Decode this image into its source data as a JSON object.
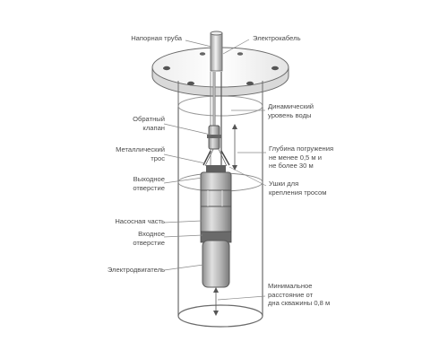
{
  "labels": {
    "pressure_pipe": "Напорная труба",
    "power_cable": "Электрокабель",
    "dynamic_level": [
      "Динамический",
      "уровень воды"
    ],
    "check_valve": [
      "Обратный",
      "клапан"
    ],
    "immersion_depth": [
      "Глубина погружения",
      "не менее 0,5 м и",
      "не более 30 м"
    ],
    "metal_cable": [
      "Металлический",
      "трос"
    ],
    "outlet": [
      "Выходное",
      "отверстие"
    ],
    "lugs": [
      "Ушки для",
      "крепления тросом"
    ],
    "pump_part": "Насосная часть",
    "inlet": [
      "Входное",
      "отверстие"
    ],
    "motor": "Электродвигатель",
    "min_distance": [
      "Минимальное",
      "расстояние от",
      "дна скважины 0,8 м"
    ]
  },
  "colors": {
    "outline": "#6b6b6b",
    "leader": "#8a8a8a",
    "pump_body": "#b8b8b8",
    "pump_dark": "#5a5a5a",
    "text": "#4a4a4a"
  }
}
